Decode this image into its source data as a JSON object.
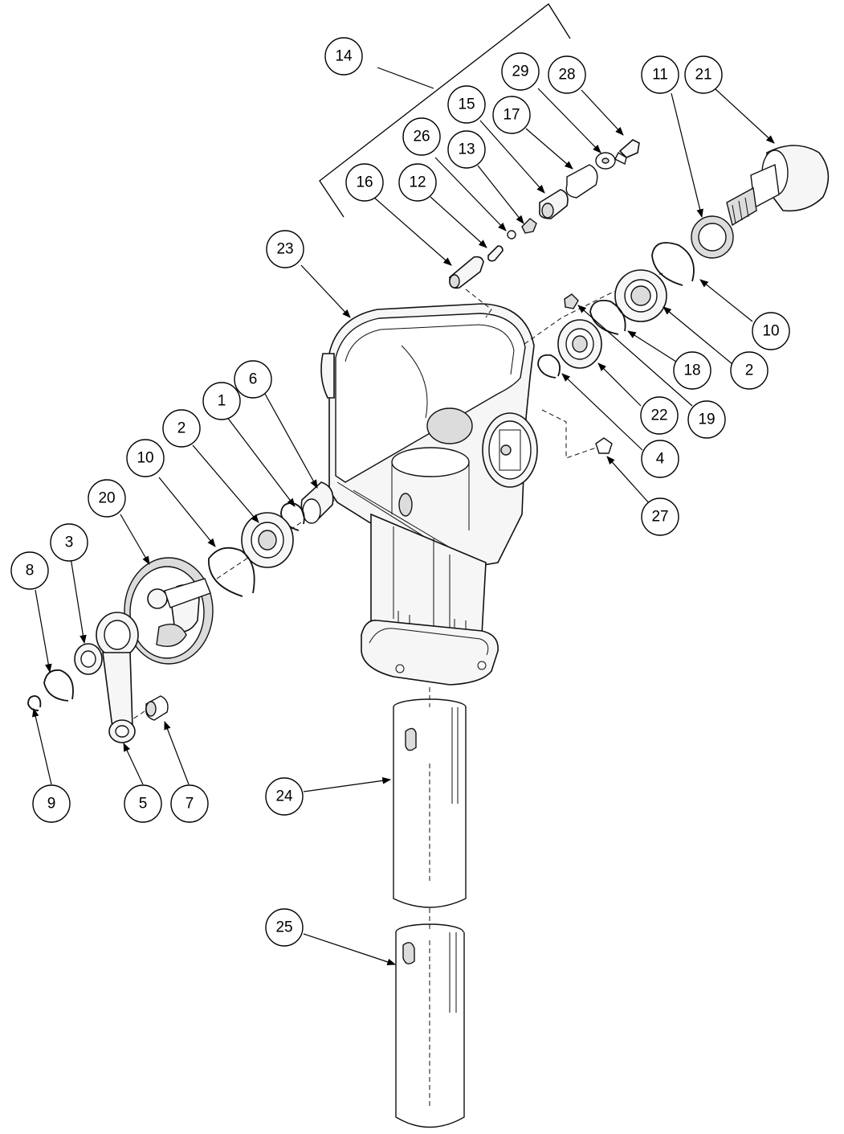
{
  "diagram": {
    "type": "exploded-parts-view",
    "callouts": [
      {
        "label": "1"
      },
      {
        "label": "2"
      },
      {
        "label": "2"
      },
      {
        "label": "3"
      },
      {
        "label": "4"
      },
      {
        "label": "5"
      },
      {
        "label": "6"
      },
      {
        "label": "7"
      },
      {
        "label": "8"
      },
      {
        "label": "9"
      },
      {
        "label": "10"
      },
      {
        "label": "10"
      },
      {
        "label": "11"
      },
      {
        "label": "12"
      },
      {
        "label": "13"
      },
      {
        "label": "14"
      },
      {
        "label": "15"
      },
      {
        "label": "16"
      },
      {
        "label": "17"
      },
      {
        "label": "18"
      },
      {
        "label": "19"
      },
      {
        "label": "20"
      },
      {
        "label": "21"
      },
      {
        "label": "22"
      },
      {
        "label": "23"
      },
      {
        "label": "24"
      },
      {
        "label": "25"
      },
      {
        "label": "26"
      },
      {
        "label": "27"
      },
      {
        "label": "28"
      },
      {
        "label": "29"
      }
    ]
  }
}
